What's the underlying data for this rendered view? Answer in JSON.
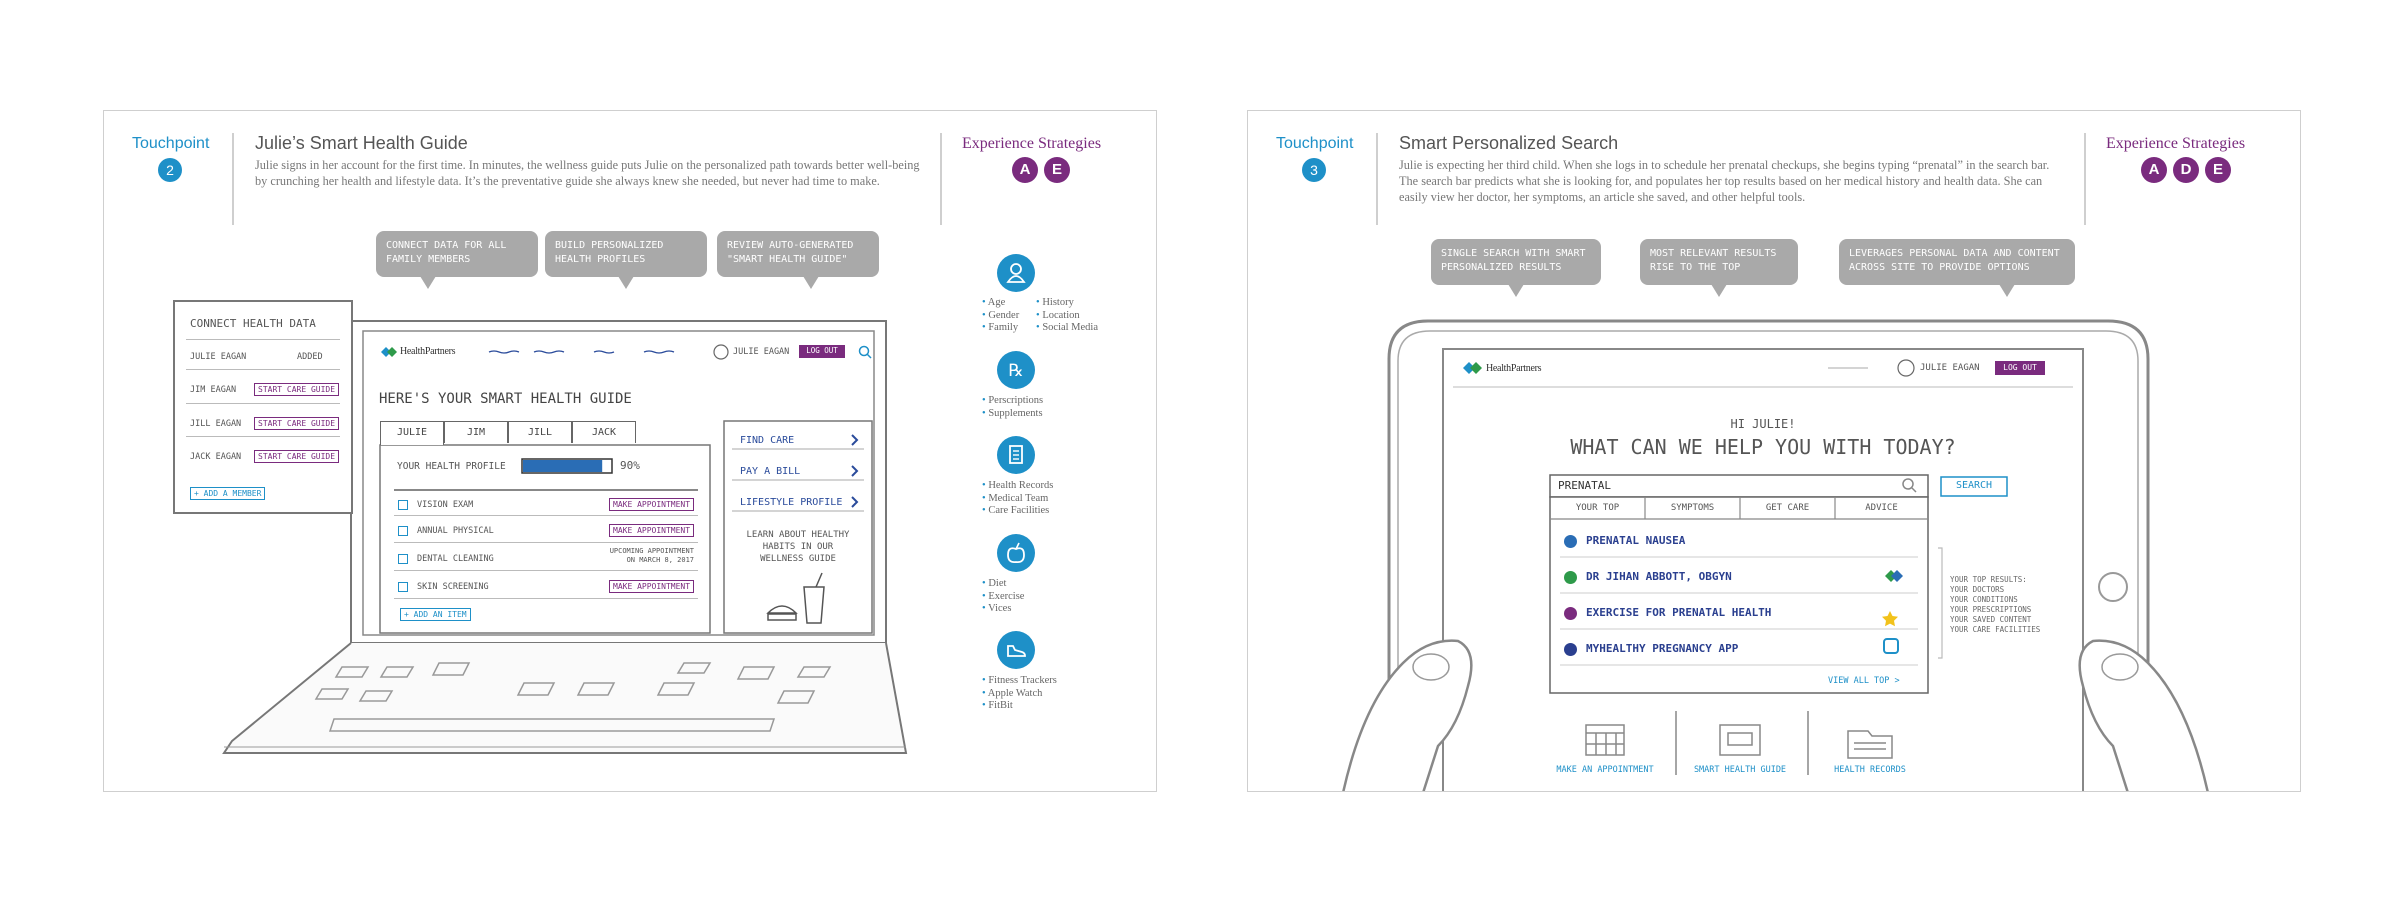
{
  "touchpoint1": {
    "label": "Touchpoint",
    "number": "2",
    "title": "Julie’s Smart Health Guide",
    "description": "Julie signs in her account for the first time. In minutes, the wellness guide puts Julie on the personalized path towards better well-being by crunching her health and lifestyle data. It’s the preventative guide she always knew she needed, but never had time to make.",
    "strategies_label": "Experience Strategies",
    "strategies": [
      "A",
      "E"
    ],
    "bubbles": [
      "Connect data for all family members",
      "Build personalized health profiles",
      "Review auto-generated \"smart health guide\""
    ],
    "connect_card": {
      "title": "Connect health data",
      "members": [
        {
          "name": "Julie Eagan",
          "status": "Added"
        },
        {
          "name": "Jim Eagan",
          "status": "Start care guide"
        },
        {
          "name": "Jill Eagan",
          "status": "Start care guide"
        },
        {
          "name": "Jack Eagan",
          "status": "Start care guide"
        }
      ],
      "add_member": "+ Add a member"
    },
    "screen": {
      "logo": "HealthPartners",
      "user": "Julie Eagan",
      "logout": "Log out",
      "heading": "Here's your smart health guide",
      "tabs": [
        "Julie",
        "Jim",
        "Jill",
        "Jack"
      ],
      "profile_label": "Your health profile",
      "profile_percent": "90%",
      "profile_progress": 0.9,
      "items": [
        {
          "name": "Vision exam",
          "action": "Make appointment"
        },
        {
          "name": "Annual physical",
          "action": "Make appointment"
        },
        {
          "name": "Dental cleaning",
          "action": "Upcoming appointment on March 8, 2017"
        },
        {
          "name": "Skin screening",
          "action": "Make appointment"
        }
      ],
      "add_item": "+ Add an item",
      "side_links": [
        "Find care",
        "Pay a bill",
        "Lifestyle profile"
      ],
      "side_note": "Learn about healthy habits in our wellness guide"
    },
    "data_sources": [
      {
        "icon": "person-icon",
        "items": [
          "Age",
          "Gender",
          "Family",
          "History",
          "Location",
          "Social Media"
        ]
      },
      {
        "icon": "prescription-icon",
        "items": [
          "Perscriptions",
          "Supplements"
        ]
      },
      {
        "icon": "document-icon",
        "items": [
          "Health Records",
          "Medical Team",
          "Care Facilities"
        ]
      },
      {
        "icon": "apple-icon",
        "items": [
          "Diet",
          "Exercise",
          "Vices"
        ]
      },
      {
        "icon": "shoe-icon",
        "items": [
          "Fitness Trackers",
          "Apple Watch",
          "FitBit"
        ]
      }
    ]
  },
  "touchpoint2": {
    "label": "Touchpoint",
    "number": "3",
    "title": "Smart Personalized Search",
    "description": "Julie is expecting her third child. When she logs in to schedule her prenatal checkups, she begins typing “prenatal” in the search bar. The search bar predicts what she is looking for, and populates her top results based on her medical history and health data. She can easily view her doctor, her symptoms, an article she saved, and other helpful tools.",
    "strategies_label": "Experience Strategies",
    "strategies": [
      "A",
      "D",
      "E"
    ],
    "bubbles": [
      "Single search with smart personalized results",
      "Most relevant results rise to the top",
      "Leverages personal data and content across site to provide options"
    ],
    "screen": {
      "logo": "HealthPartners",
      "user": "Julie Eagan",
      "logout": "Log out",
      "greeting": "Hi Julie!",
      "headline": "What can we help you with today?",
      "search_value": "Prenatal",
      "search_button": "Search",
      "tabs": [
        "Your top",
        "Symptoms",
        "Get care",
        "Advice"
      ],
      "results": [
        {
          "label": "Prenatal nausea",
          "color": "#2a6db5"
        },
        {
          "label": "Dr Jihan Abbott, OBGYN",
          "color": "#2e9a4a"
        },
        {
          "label": "Exercise for prenatal health",
          "color": "#7a2b7e"
        },
        {
          "label": "MyHealthy Pregnancy App",
          "color": "#2a3f8f"
        }
      ],
      "view_all": "View all top >",
      "note_title": "Your top results:",
      "note_items": [
        "Your doctors",
        "Your conditions",
        "Your prescriptions",
        "Your saved content",
        "Your care facilities"
      ],
      "bottom_nav": [
        "Make an appointment",
        "Smart health guide",
        "Health records"
      ]
    }
  }
}
